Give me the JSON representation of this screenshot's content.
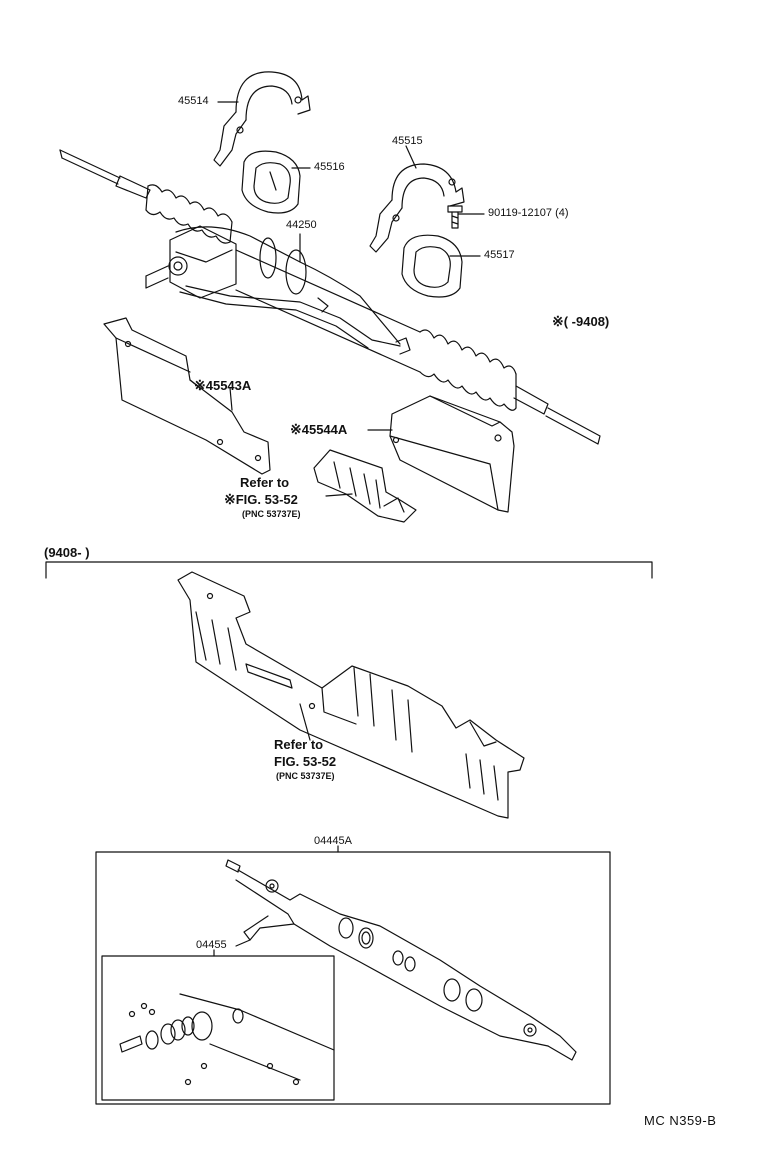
{
  "parts": {
    "p45514": "45514",
    "p45516": "45516",
    "p45515": "45515",
    "p90119": "90119-12107 (4)",
    "p44250": "44250",
    "p45517": "45517",
    "p45543A": "45543A",
    "p45544A": "45544A",
    "p04445A": "04445A",
    "p04455": "04455"
  },
  "notes": {
    "mark": "※",
    "range_upper": "(        -9408)",
    "range_lower": "(9408-        )",
    "refer_to": "Refer  to",
    "fig": "FIG. 53-52",
    "pnc": "(PNC  53737E)"
  },
  "footer": {
    "code": "MC  N359-B"
  },
  "colors": {
    "ink": "#111111",
    "paper": "#ffffff"
  }
}
